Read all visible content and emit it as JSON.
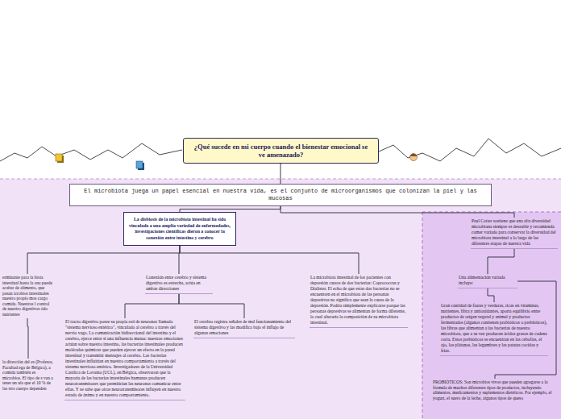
{
  "diagram": {
    "nodes": [
      {
        "text": [
          "¿Qué sucede en mi cuerpo cuando el bienestar emocional se ve amenazado?"
        ]
      },
      {
        "text": [
          "El microbiota juega un papel esencial en nuestra vida, es el conjunto de microorganismos que colonizan la piel y las mucosas"
        ]
      },
      {
        "text": [
          "La disbiosis de la microbiota intestinal ha sido vinculada a una amplia variedad de enfermedades, investigaciones científicas dieron a conocer la conexión entre intestino y cerebro"
        ]
      },
      {
        "text": [
          "erminante para la biota intestinal hasta la ona puede acabar de alimento, que pasan icrobios intestinales nuestro propio mos cargo comida. Nuestros l control de nuestro digestivos ódo nutrientes"
        ]
      },
      {
        "text": [
          "Conexión entre cerebro y sistema digestivo es estrecha, actúa en ambas direcciones"
        ]
      },
      {
        "text": [
          "La microbiota intestinal de los pacientes con depresión carece de dos bacterias: Coprococcus y Dialister. El echo de que estas dos bacterias no se encuentren en el microbiota de las personas depresivas no significa que sean la causa de la depresión. Podría simplemente explicarse porque las personas depresivas se alimentan de forma diferente, lo cual alteraría la composición de su microbiota intestinal."
        ]
      },
      {
        "text": [
          "El tracto digestivo posee su propia red de neuronas llamada \"sistema nervioso entérico\", vinculado al cerebro a través del nervio vago. La comunicación bidireccional del intestino y el cerebro, ejerce entre sí una influencia mutua: nuestras emociones actúan sobre nuestro intestino, las bacterias intestinales producen moléculas químicas que pueden ejercer un efecto en la pared intestinal y transmitir mensajes al cerebro. Las bacterias intestinales influirían en nuestro comportamiento a través del sistema nervioso entérico. Investigadores de la Universidad Católica de Lovaina (UCL), en Bélgica, observaron que la mayoría de las bacterias intestinales humanas producen neurotransmisores que permitirían las neuronas comunicar entre ellas. Y se sabe que otros neurotransmisores influyen en nuestro estado de ánimo y en nuestro comportamiento."
        ]
      },
      {
        "text": [
          "El cerebro registra señales de mal funcionamiento del sistema digestivo y las modifica bajo el influjo de algunas emociones"
        ]
      },
      {
        "text": [
          "la dirección del es (Profesor, Facultad ega de Bélgica), a comida también es microbios. El tipo de s van a tener un ula que el 10 % de las stro cuerpo dependen"
        ]
      },
      {
        "text": [
          "Paul Cotter sostiene que una alta diversidad microbiana siempre es deseable y recomienda comer variado para conservar la diversidad del microbiota intestinal a lo largo de las diferentes etapas de nuestra vida"
        ]
      },
      {
        "text": [
          "Una alimentación variada incluye:"
        ]
      },
      {
        "text": [
          "Gran cantidad de frutas y verduras, ricas en vitaminas, nutrientes, fibra y antioxidantes, aporta equilibrio entre productos de origen vegetal y animal y productos fermentados (algunos contienen probióticos o prebióticos), las fibras que alimentan a las bacterias de nuestro microbiota, que a su vez producen ácidos grasos de cadena corta. Estos prebióticos se encuentran en las cebollas, el ajo, los plátanos, las legumbres y las patatas cocidas y frías."
        ]
      },
      {
        "text": [
          "PROBIÓTICOS: Son microbios vivos que pueden agregarse a la fórmula de muchos diferentes tipos de productos, incluyendo alimentos, medicamentos y suplementos dietéticos. Por ejemplo, el yogurt, el suero de la leche, algunos tipos de queso"
        ]
      }
    ],
    "edges": [
      {
        "from": 0,
        "to": 1,
        "arrow": "none"
      },
      {
        "from": 1,
        "to": 2,
        "arrow": "none"
      },
      {
        "from": 1,
        "to": 9,
        "arrow": "none"
      },
      {
        "from": 2,
        "to": 3,
        "arrow": "none"
      },
      {
        "from": 2,
        "to": 4,
        "arrow": "none"
      },
      {
        "from": 2,
        "to": 5,
        "arrow": "none"
      },
      {
        "from": 4,
        "to": 6,
        "arrow": "none"
      },
      {
        "from": 4,
        "to": 7,
        "arrow": "none"
      },
      {
        "from": 3,
        "to": 8,
        "arrow": "none"
      },
      {
        "from": 9,
        "to": 10,
        "arrow": "none"
      },
      {
        "from": 10,
        "to": 11,
        "arrow": "none"
      },
      {
        "from": 10,
        "to": 12,
        "arrow": "none"
      }
    ]
  }
}
